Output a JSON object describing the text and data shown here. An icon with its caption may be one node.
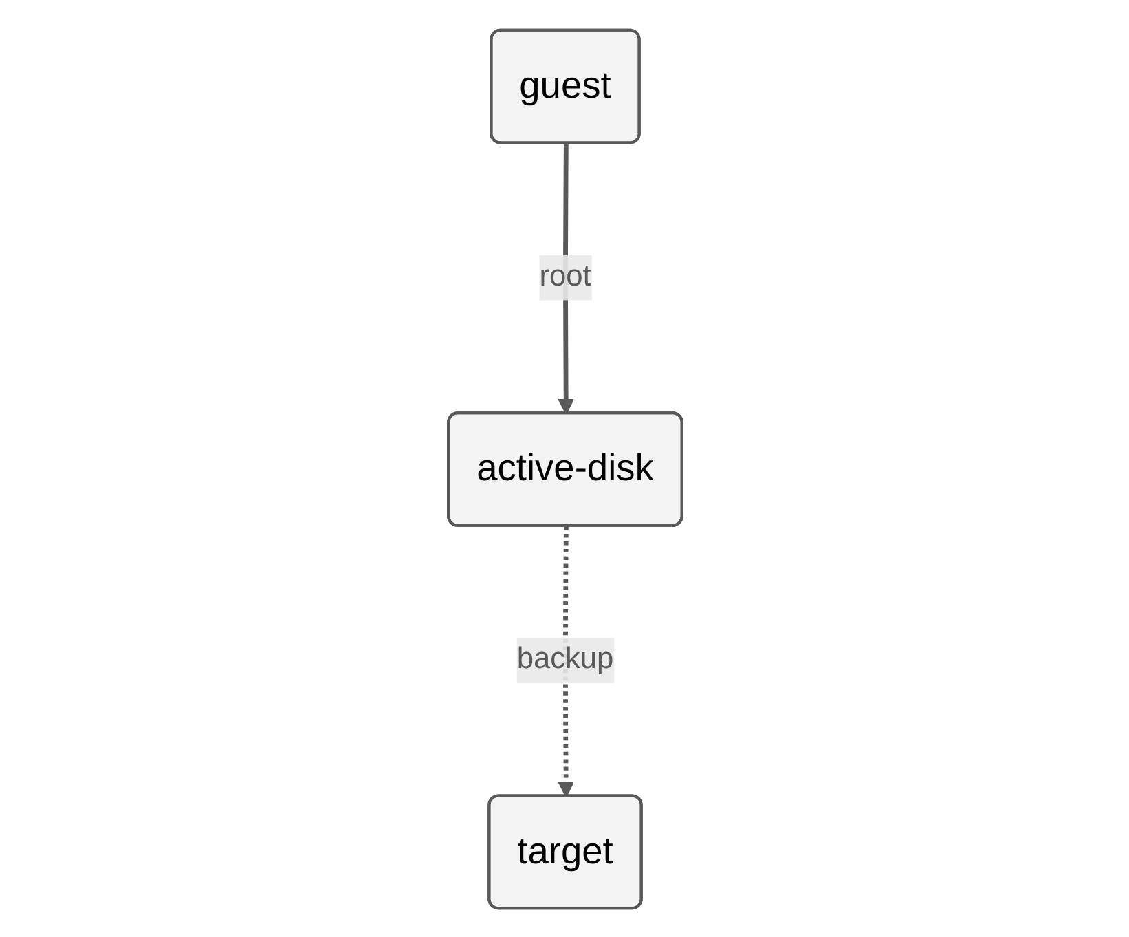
{
  "diagram": {
    "nodes": [
      {
        "text": [
          "guest"
        ]
      },
      {
        "text": [
          "active-disk"
        ]
      },
      {
        "text": [
          "target"
        ]
      }
    ],
    "edges": [
      {
        "from": 0,
        "to": 1,
        "arrow": "to",
        "label": "root"
      },
      {
        "from": 1,
        "to": 2,
        "arrow": "to",
        "label": "backup",
        "style": "dashed"
      }
    ]
  }
}
